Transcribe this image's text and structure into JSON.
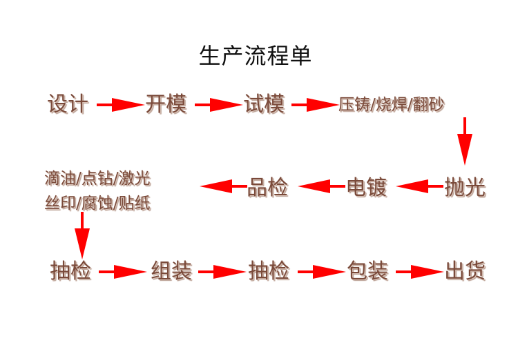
{
  "title": "生产流程单",
  "row1": [
    "设计",
    "开模",
    "试模",
    "压铸/烧焊/翻砂"
  ],
  "row2": [
    "抛光",
    "电镀",
    "品检"
  ],
  "row2_last": [
    "滴油/点钻/激光",
    "丝印/腐蚀/贴纸"
  ],
  "row3": [
    "抽检",
    "组装",
    "抽检",
    "包装",
    "出货"
  ],
  "colors": {
    "arrow": "#ff0000",
    "text": "#7a4a3a"
  }
}
